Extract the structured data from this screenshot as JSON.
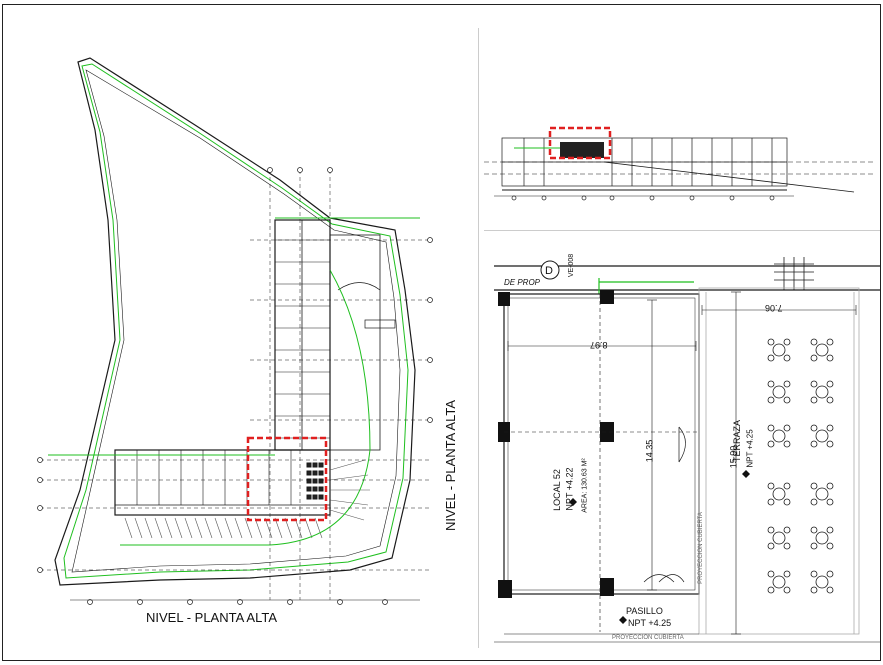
{
  "main_plan": {
    "title": "NIVEL - PLANTA ALTA",
    "side_title": "NIVEL - PLANTA ALTA"
  },
  "detail": {
    "dim_width_left": "8.97",
    "dim_width_right": "7.06",
    "dim_height_left": "14.35",
    "dim_height_right": "15.90",
    "local_name": "LOCAL 52",
    "local_npt": "NPT +4.22",
    "local_area": "AREA: 130.63 M²",
    "terraza_name": "TERRAZA",
    "terraza_npt": "NPT +4.25",
    "pasillo_name": "PASILLO",
    "pasillo_npt": "NPT +4.25",
    "proyeccion_vertical": "PROYECCION CUBIERTA",
    "proyeccion_horizontal": "PROYECCION CUBIERTA",
    "top_fragment": "DE PROP",
    "tag_letter": "D",
    "tag_code": "VE-008"
  },
  "colors": {
    "line": "#1a1a1a",
    "green": "#1fbf1f",
    "highlight": "#e02020",
    "hatch": "#555555"
  }
}
